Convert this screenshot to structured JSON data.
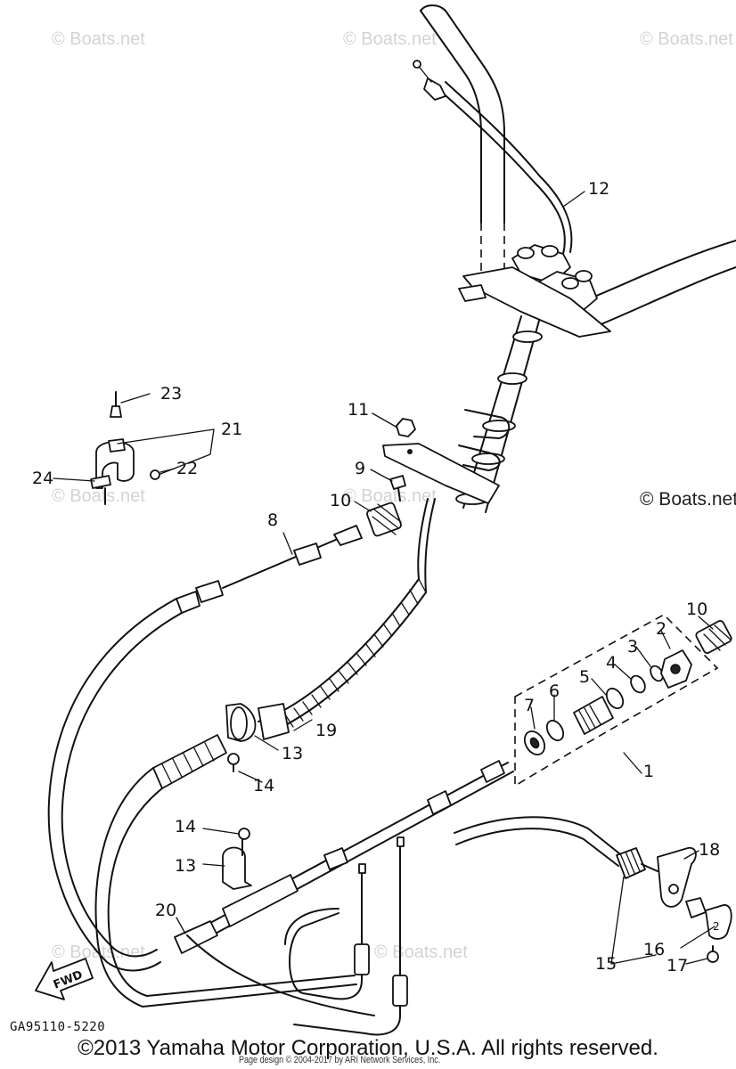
{
  "diagram": {
    "part_code": "GA95110-5220",
    "copyright": "©2013 Yamaha Motor Corporation, U.S.A. All rights reserved.",
    "page_design": "Page design © 2004-2017 by ARI Network Services, Inc.",
    "direction_label": "FWD",
    "watermarks": [
      "© Boats.net",
      "© Boats.net",
      "© Boats.net",
      "© Boats.net",
      "© Boats.net",
      "© Boats.net",
      "© Boats.net"
    ],
    "watermark_side": "© Boats.net",
    "callouts": {
      "c1": "1",
      "c2": "2",
      "c3": "3",
      "c4": "4",
      "c5": "5",
      "c6": "6",
      "c7": "7",
      "c8": "8",
      "c9": "9",
      "c10a": "10",
      "c10b": "10",
      "c11": "11",
      "c12": "12",
      "c13a": "13",
      "c13b": "13",
      "c14a": "14",
      "c14b": "14",
      "c15": "15",
      "c16": "16",
      "c17": "17",
      "c18": "18",
      "c19": "19",
      "c20": "20",
      "c21": "21",
      "c22": "22",
      "c23": "23",
      "c24": "24"
    }
  }
}
